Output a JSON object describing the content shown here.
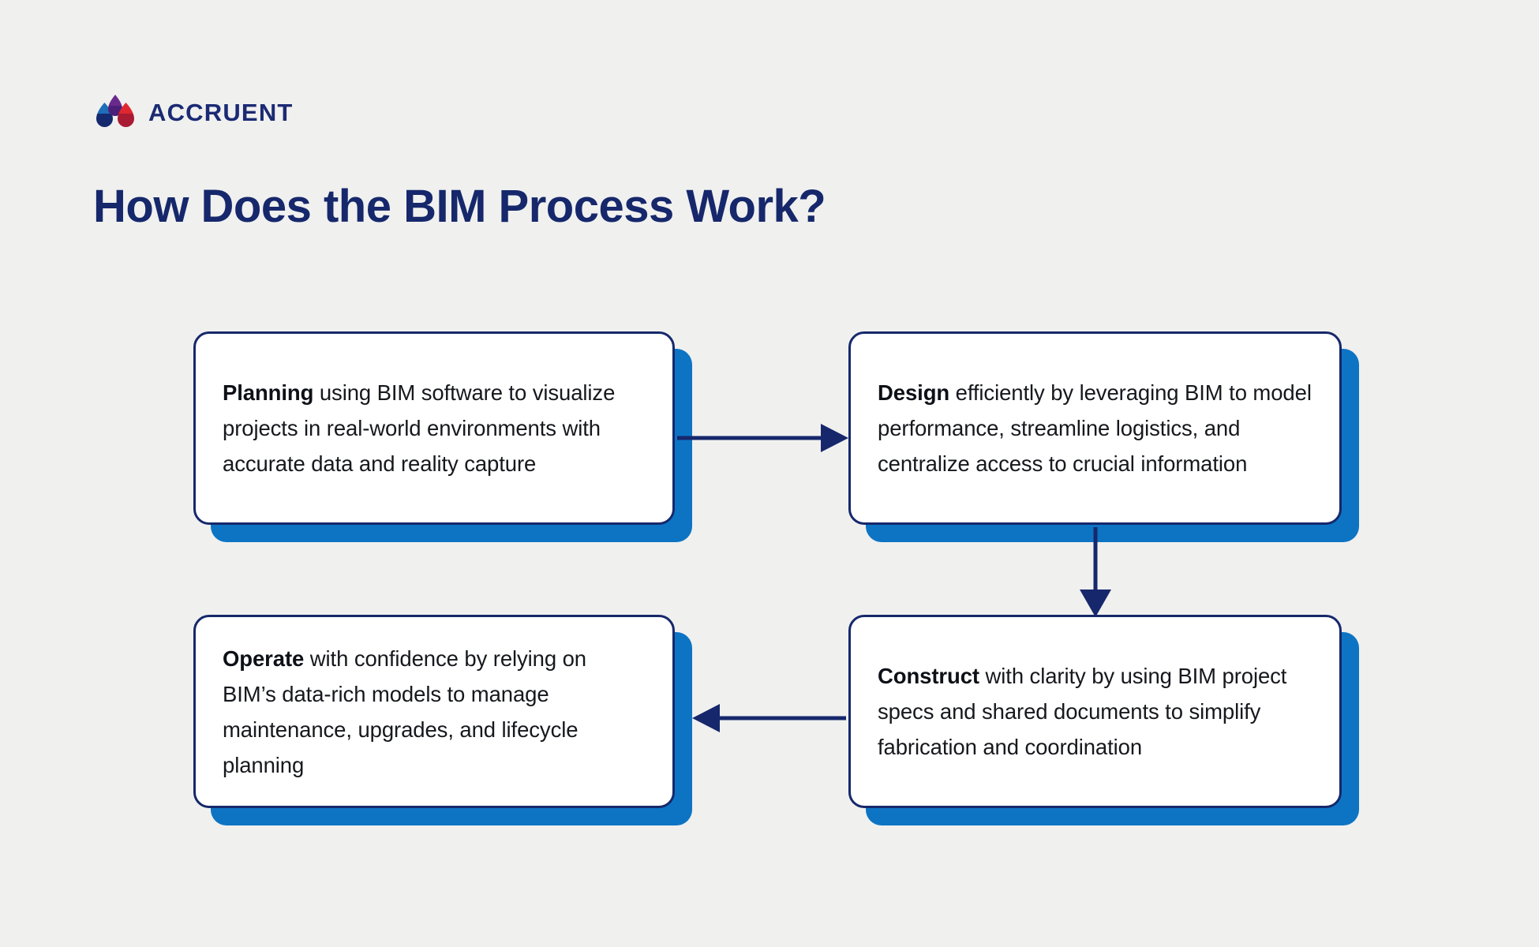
{
  "background_color": "#f0f0ef",
  "brand": {
    "name": "ACCRUENT",
    "logo_icon": "accruent-droplet-logo",
    "wordmark_color": "#1b2a73",
    "mark_colors": {
      "blue": "#1e6fb8",
      "navy": "#152a6e",
      "purple": "#6a2a8c",
      "red": "#e0262e",
      "dark_red": "#a81b33"
    }
  },
  "header": {
    "title": "How Does the BIM Process Work?",
    "title_color": "#16286b"
  },
  "diagram": {
    "type": "process-flow",
    "node_border_color": "#16286b",
    "node_fill_color": "#ffffff",
    "node_shadow_color": "#0d74c4",
    "arrow_color": "#16286b",
    "nodes": [
      {
        "id": "planning",
        "lead": "Planning",
        "rest": " using BIM software to visualize projects in real-world environments with accurate data and reality capture"
      },
      {
        "id": "design",
        "lead": "Design",
        "rest": " efficiently by leveraging BIM to model performance, streamline logistics, and centralize access to crucial information"
      },
      {
        "id": "operate",
        "lead": "Operate",
        "rest": " with confidence by relying on BIM’s data-rich models to manage maintenance, upgrades, and lifecycle planning"
      },
      {
        "id": "construct",
        "lead": "Construct",
        "rest": " with clarity by using BIM project specs and shared documents to simplify fabrication and coordination"
      }
    ],
    "connections": [
      {
        "id": "planning-to-design",
        "from": "planning",
        "to": "design",
        "direction": "right"
      },
      {
        "id": "design-to-construct",
        "from": "design",
        "to": "construct",
        "direction": "down"
      },
      {
        "id": "construct-to-operate",
        "from": "construct",
        "to": "operate",
        "direction": "left"
      }
    ]
  }
}
